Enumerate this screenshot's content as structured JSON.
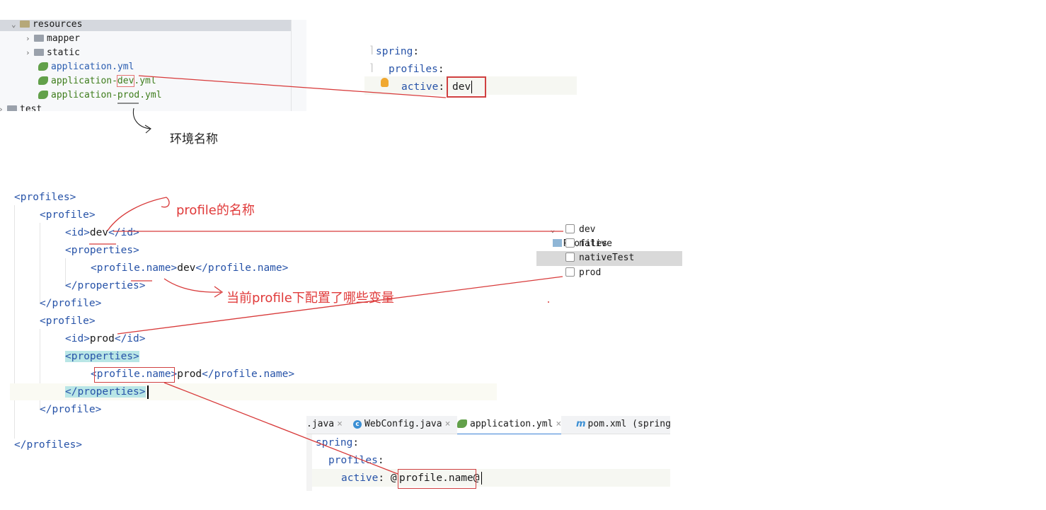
{
  "project_tree": {
    "folder_resources": "resources",
    "folder_mapper": "mapper",
    "folder_static": "static",
    "file_application": "application.yml",
    "file_dev_prefix": "application-",
    "file_dev_env": "dev",
    "file_dev_suffix": ".yml",
    "file_prod_prefix": "application",
    "file_prod_env": "-prod",
    "file_prod_suffix": ".yml",
    "folder_test": "test"
  },
  "annotations": {
    "env_name": "环境名称",
    "profile_name": "profile的名称",
    "profile_vars": "当前profile下配置了哪些变量"
  },
  "yaml_top": {
    "spring": "spring",
    "profiles": "profiles",
    "active": "active",
    "colon": ":",
    "value": "dev"
  },
  "pom_xml": {
    "profiles_open": "<profiles>",
    "profile_open": "<profile>",
    "id_dev_open": "<id>",
    "id_dev_value": "dev",
    "id_dev_close": "</id>",
    "properties_open": "<properties>",
    "profile_name_dev_open": "<profile.name>",
    "profile_name_dev_value": "dev",
    "profile_name_dev_close": "</profile.name>",
    "properties_close": "</properties>",
    "profile_close": "</profile>",
    "id_prod_open": "<id>",
    "id_prod_value": "prod",
    "id_prod_close": "</id>",
    "profile_name_prod_lt": "<",
    "profile_name_prod_tag": "profile.name",
    "profile_name_prod_gt": ">",
    "profile_name_prod_value": "prod",
    "profile_name_prod_close": "</profile.name>",
    "profiles_close": "</profiles>"
  },
  "maven_profiles": {
    "title": "Profiles",
    "items": [
      "dev",
      "native",
      "nativeTest",
      "prod"
    ]
  },
  "editor_bottom": {
    "tabs": [
      ".java",
      "WebConfig.java",
      "application.yml",
      "pom.xml (spring"
    ],
    "class_icon_letter": "c",
    "maven_icon_letter": "m",
    "spring": "spring",
    "profiles": "profiles",
    "active": "active",
    "colon": ":",
    "value_at": "@",
    "value": "profile.name",
    "value_at_end": "@"
  },
  "colors": {
    "annotation_red": "#e03a3a",
    "tag_blue": "#2753a8",
    "highlight_teal": "#b9e6e6",
    "active_tab_underline": "#3b82d6"
  }
}
